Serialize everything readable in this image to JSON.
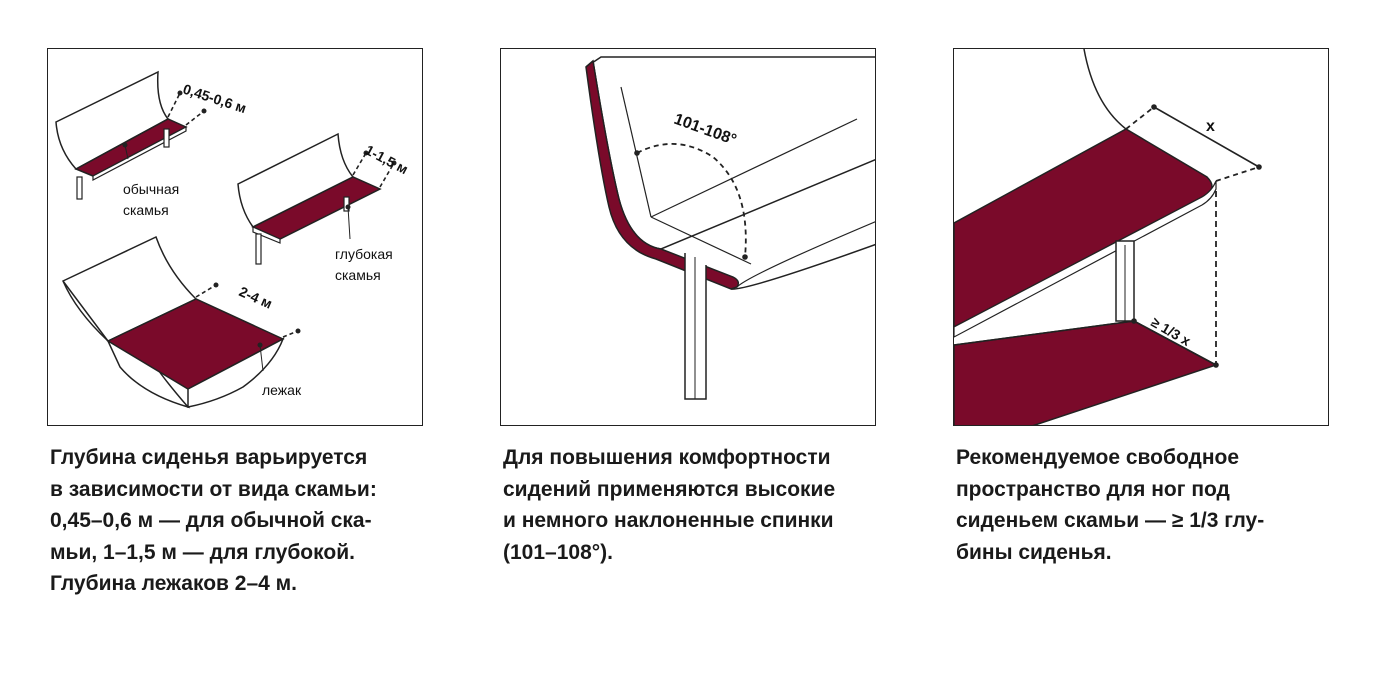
{
  "colors": {
    "seat_fill": "#7a0a2a",
    "outline": "#222222",
    "background": "#ffffff"
  },
  "panels": [
    {
      "labels": {
        "regular_depth": "0,45-0,6 м",
        "regular_name_1": "обычная",
        "regular_name_2": "скамья",
        "deep_depth": "1-1,5 м",
        "deep_name_1": "глубокая",
        "deep_name_2": "скамья",
        "lounger_depth": "2-4 м",
        "lounger_name": "лежак"
      },
      "caption": [
        "Глубина сиденья варьируется",
        "в зависимости от вида скамьи:",
        "0,45–0,6 м — для обычной ска-",
        "мьи, 1–1,5 м — для глубокой.",
        "Глубина лежаков 2–4 м."
      ]
    },
    {
      "labels": {
        "angle": "101-108°"
      },
      "caption": [
        "Для повышения комфортности",
        "сидений применяются высокие",
        "и немного наклоненные спинки",
        "(101–108°)."
      ]
    },
    {
      "labels": {
        "depth_x": "x",
        "clearance": "≥ 1/3 x"
      },
      "caption": [
        "Рекомендуемое свободное",
        "пространство для ног под",
        "сиденьем скамьи — ≥ 1/3 глу-",
        "бины сиденья."
      ]
    }
  ]
}
